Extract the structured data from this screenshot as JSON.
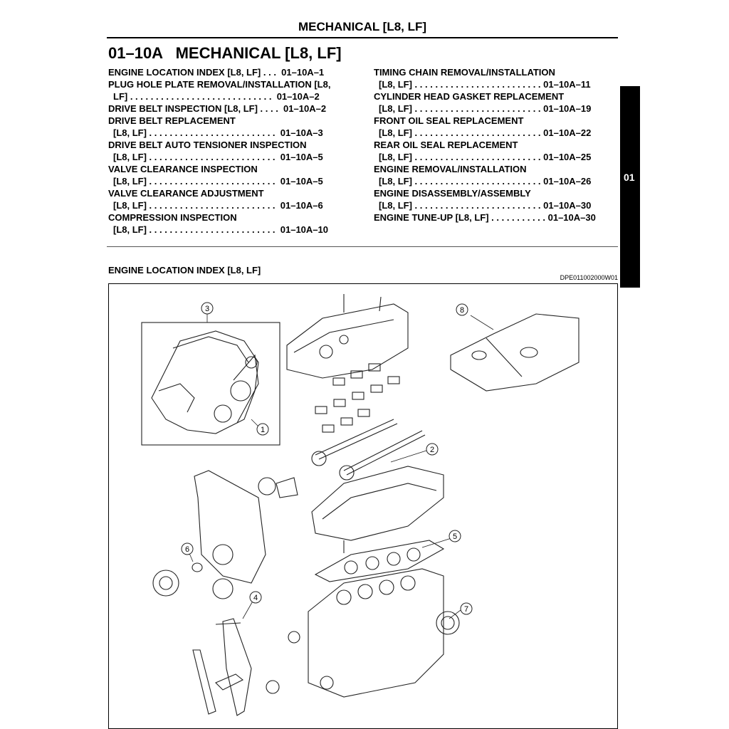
{
  "page": {
    "header_title": "MECHANICAL [L8, LF]",
    "section_code": "01–10A",
    "section_title": "MECHANICAL [L8, LF]",
    "side_tab": "01"
  },
  "toc_left": [
    {
      "text": "ENGINE LOCATION INDEX [L8, LF] . . .  01–10A–1",
      "indent": false
    },
    {
      "text": "PLUG HOLE PLATE REMOVAL/INSTALLATION [L8,",
      "indent": false
    },
    {
      "text": "LF] . . . . . . . . . . . . . . . . . . . . . . . . . . . .  01–10A–2",
      "indent": true
    },
    {
      "text": "DRIVE BELT INSPECTION [L8, LF] . . . .  01–10A–2",
      "indent": false
    },
    {
      "text": "DRIVE BELT REPLACEMENT",
      "indent": false
    },
    {
      "text": "[L8, LF] . . . . . . . . . . . . . . . . . . . . . . . . .  01–10A–3",
      "indent": true
    },
    {
      "text": "DRIVE BELT AUTO TENSIONER INSPECTION",
      "indent": false
    },
    {
      "text": "[L8, LF] . . . . . . . . . . . . . . . . . . . . . . . . .  01–10A–5",
      "indent": true
    },
    {
      "text": "VALVE CLEARANCE INSPECTION",
      "indent": false
    },
    {
      "text": "[L8, LF] . . . . . . . . . . . . . . . . . . . . . . . . .  01–10A–5",
      "indent": true
    },
    {
      "text": "VALVE CLEARANCE ADJUSTMENT",
      "indent": false
    },
    {
      "text": "[L8, LF] . . . . . . . . . . . . . . . . . . . . . . . . .  01–10A–6",
      "indent": true
    },
    {
      "text": "COMPRESSION INSPECTION",
      "indent": false
    },
    {
      "text": "[L8, LF] . . . . . . . . . . . . . . . . . . . . . . . . .  01–10A–10",
      "indent": true
    }
  ],
  "toc_right": [
    {
      "text": "TIMING CHAIN REMOVAL/INSTALLATION",
      "indent": false
    },
    {
      "text": "[L8, LF] . . . . . . . . . . . . . . . . . . . . . . . . . 01–10A–11",
      "indent": true
    },
    {
      "text": "CYLINDER HEAD GASKET REPLACEMENT",
      "indent": false
    },
    {
      "text": "[L8, LF] . . . . . . . . . . . . . . . . . . . . . . . . . 01–10A–19",
      "indent": true
    },
    {
      "text": "FRONT OIL SEAL REPLACEMENT",
      "indent": false
    },
    {
      "text": "[L8, LF] . . . . . . . . . . . . . . . . . . . . . . . . . 01–10A–22",
      "indent": true
    },
    {
      "text": "REAR OIL SEAL REPLACEMENT",
      "indent": false
    },
    {
      "text": "[L8, LF] . . . . . . . . . . . . . . . . . . . . . . . . . 01–10A–25",
      "indent": true
    },
    {
      "text": "ENGINE REMOVAL/INSTALLATION",
      "indent": false
    },
    {
      "text": "[L8, LF] . . . . . . . . . . . . . . . . . . . . . . . . . 01–10A–26",
      "indent": true
    },
    {
      "text": "ENGINE DISASSEMBLY/ASSEMBLY",
      "indent": false
    },
    {
      "text": "[L8, LF] . . . . . . . . . . . . . . . . . . . . . . . . . 01–10A–30",
      "indent": true
    },
    {
      "text": "ENGINE TUNE-UP [L8, LF] . . . . . . . . . . . 01–10A–30",
      "indent": false
    }
  ],
  "figure": {
    "heading": "ENGINE LOCATION INDEX [L8, LF]",
    "code": "DPE011002000W01",
    "callouts": [
      "1",
      "2",
      "3",
      "4",
      "5",
      "6",
      "7",
      "8"
    ]
  }
}
